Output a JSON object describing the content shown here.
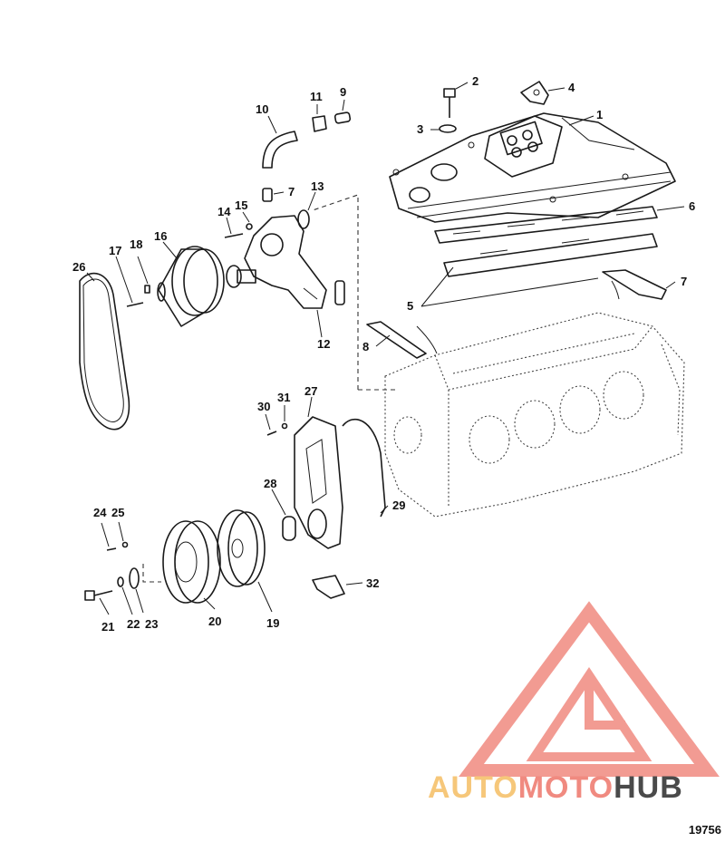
{
  "diagram": {
    "callouts": {
      "c1": "1",
      "c2": "2",
      "c3": "3",
      "c4": "4",
      "c5": "5",
      "c6": "6",
      "c7a": "7",
      "c7b": "7",
      "c8": "8",
      "c9": "9",
      "c10": "10",
      "c11": "11",
      "c12": "12",
      "c13": "13",
      "c14": "14",
      "c15": "15",
      "c16": "16",
      "c17": "17",
      "c18": "18",
      "c19": "19",
      "c20": "20",
      "c21": "21",
      "c22": "22",
      "c23": "23",
      "c24": "24",
      "c25": "25",
      "c26": "26",
      "c27": "27",
      "c28": "28",
      "c29": "29",
      "c30": "30",
      "c31": "31",
      "c32": "32"
    },
    "figure_number": "19756"
  },
  "watermark": {
    "part1": "AUTO",
    "part2": "MOTO",
    "part3": "HUB",
    "colors": {
      "triangle": "#f08a80",
      "auto": "#f6c77a",
      "moto": "#f08a80",
      "hub": "#4a4a4a"
    }
  }
}
